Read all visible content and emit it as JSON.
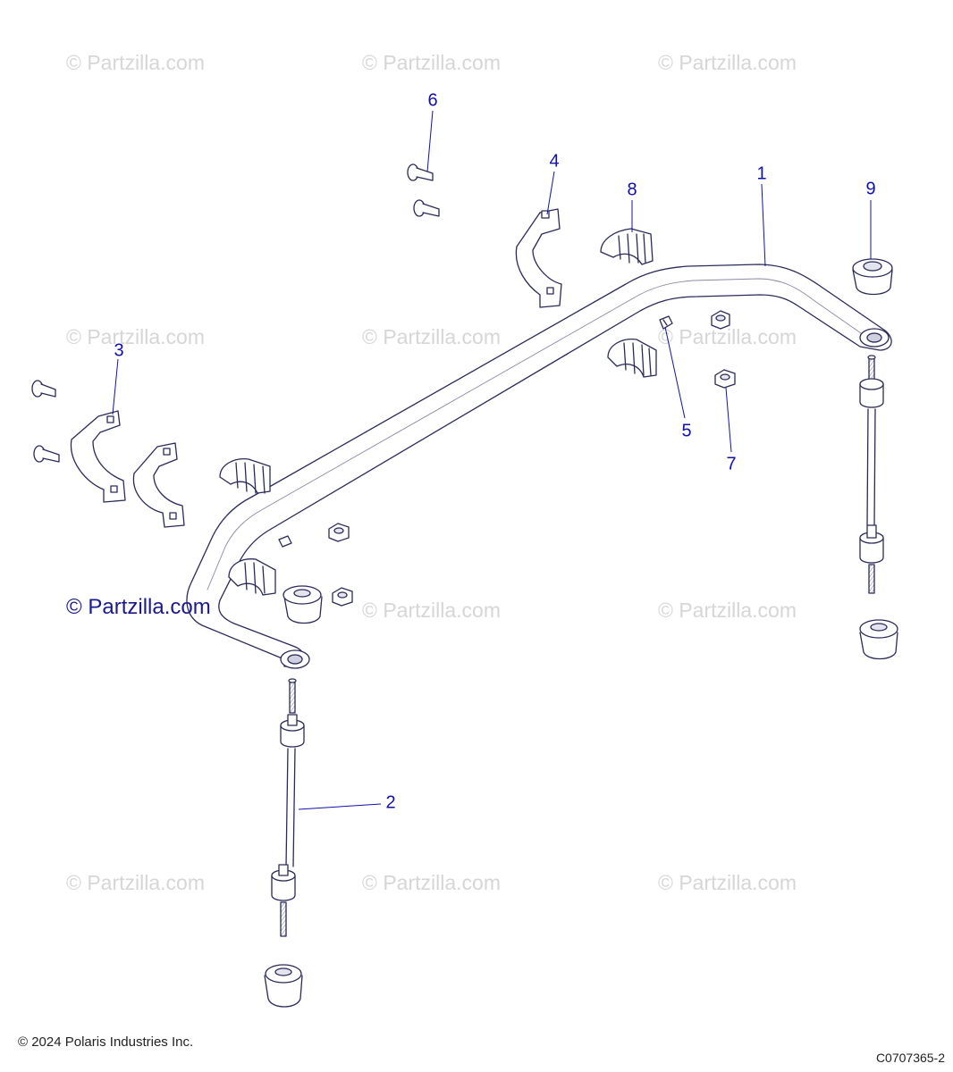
{
  "watermarks": {
    "text": "© Partzilla.com",
    "main_text": "© Partzilla.com"
  },
  "callouts": {
    "c1": "1",
    "c2": "2",
    "c3": "3",
    "c4": "4",
    "c5": "5",
    "c6": "6",
    "c7": "7",
    "c8": "8",
    "c9": "9"
  },
  "footer": {
    "copyright": "© 2024 Polaris Industries Inc.",
    "diagram_code": "C0707365-2"
  },
  "colors": {
    "line_art": "#2a2a5a",
    "callout_text": "#1010b0",
    "leader_line": "#1010b0",
    "watermark": "#d6d6d6"
  }
}
